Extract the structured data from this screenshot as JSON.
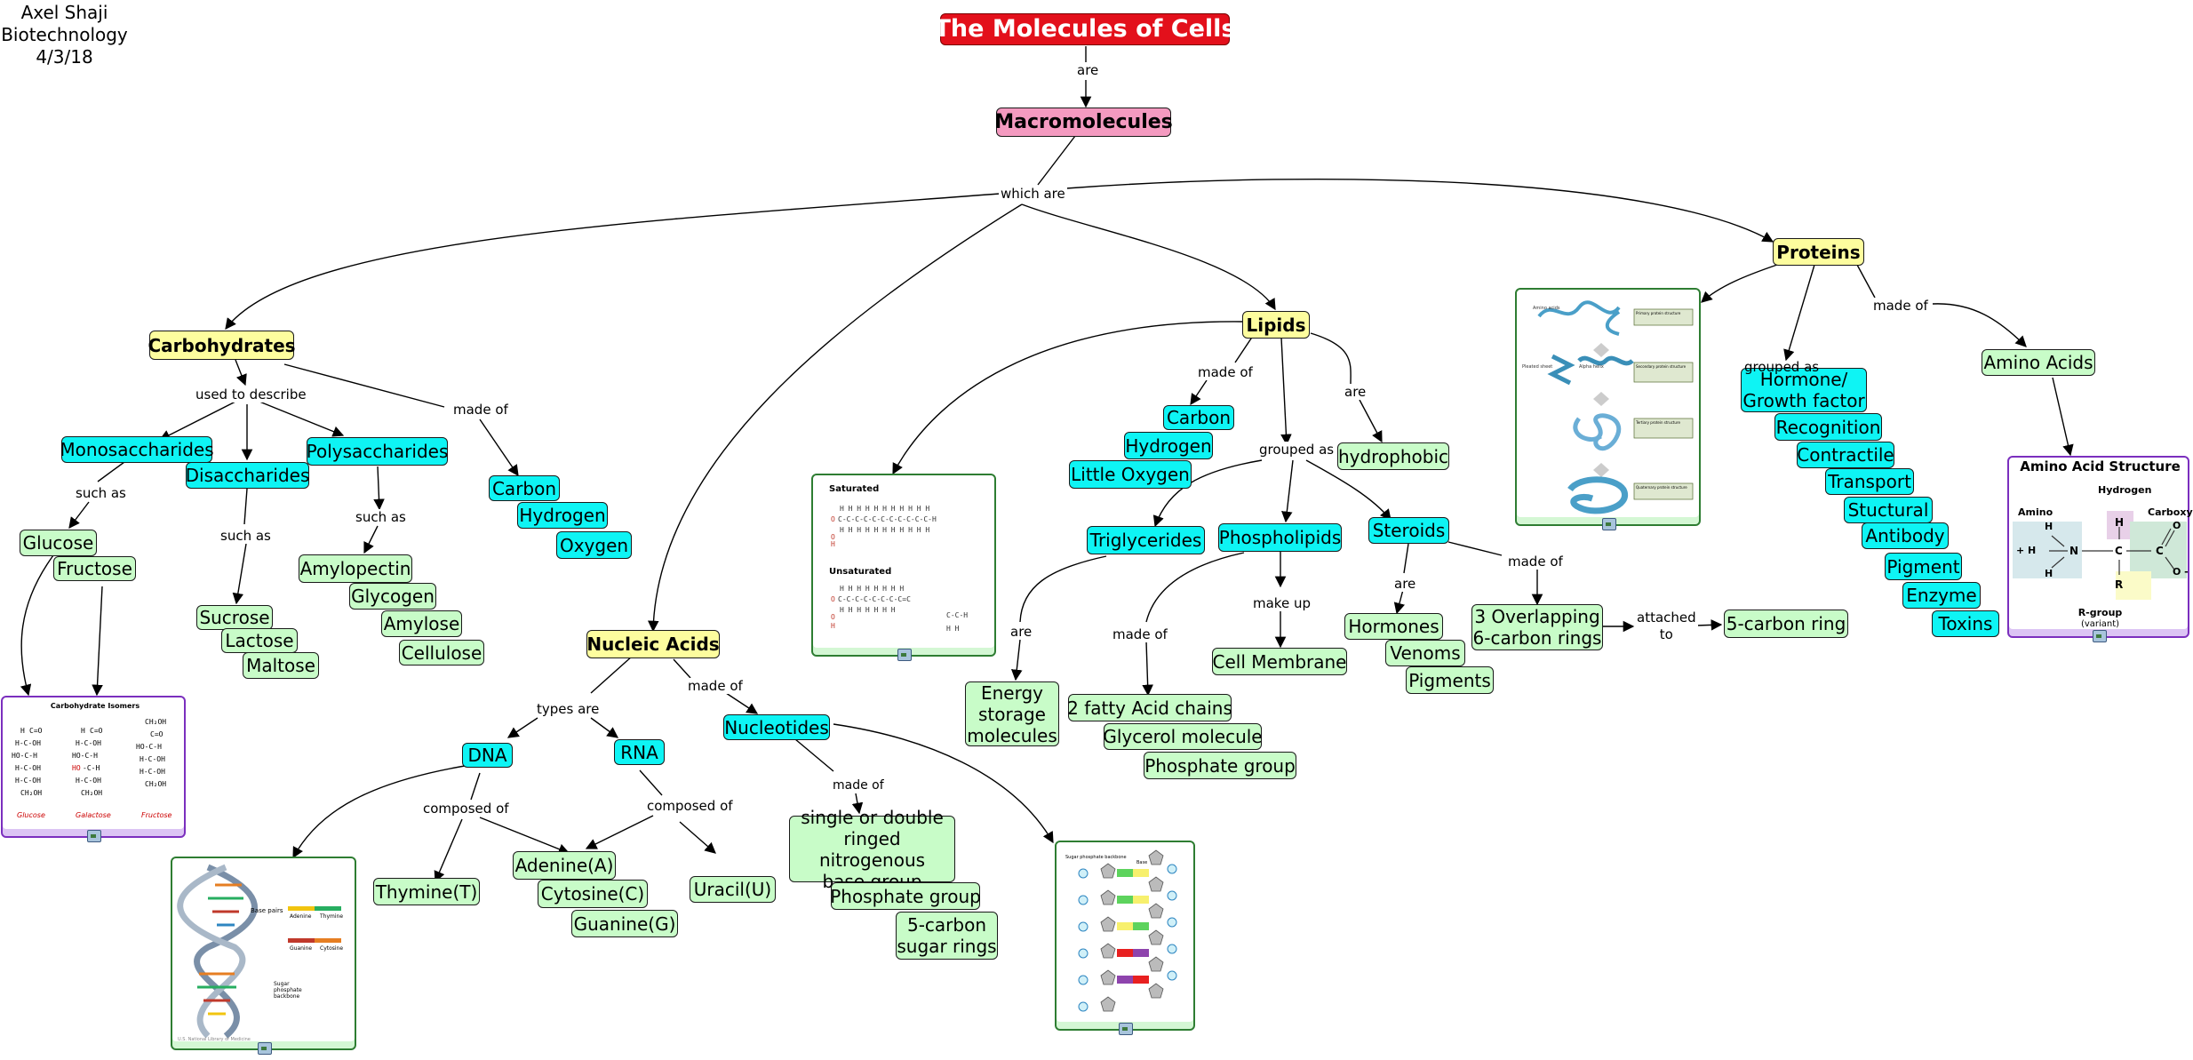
{
  "author": {
    "name": "Axel Shaji",
    "subject": "Biotechnology",
    "date": "4/3/18"
  },
  "colors": {
    "title": "#e3101b",
    "macro": "#f49ac0",
    "category": "#fdfd9e",
    "concept": "#0ef4f4",
    "example": "#c8fcc8"
  },
  "nodes": {
    "title": "The Molecules of Cells",
    "macromolecules": "Macromolecules",
    "carbohydrates": "Carbohydrates",
    "lipids": "Lipids",
    "proteins": "Proteins",
    "nucleic_acids": "Nucleic Acids",
    "monosaccharides": "Monosaccharides",
    "disaccharides": "Disaccharides",
    "polysaccharides": "Polysaccharides",
    "glucose": "Glucose",
    "fructose": "Fructose",
    "sucrose": "Sucrose",
    "lactose": "Lactose",
    "maltose": "Maltose",
    "amylopectin": "Amylopectin",
    "glycogen": "Glycogen",
    "amylose": "Amylose",
    "cellulose": "Cellulose",
    "carb_carbon": "Carbon",
    "carb_hydrogen": "Hydrogen",
    "carb_oxygen": "Oxygen",
    "dna": "DNA",
    "rna": "RNA",
    "nucleotides": "Nucleotides",
    "thymine": "Thymine(T)",
    "adenine": "Adenine(A)",
    "cytosine": "Cytosine(C)",
    "guanine": "Guanine(G)",
    "uracil": "Uracil(U)",
    "nitrogenous_base": "single or double\nringed nitrogenous\nbase group",
    "nuc_phosphate": "Phosphate group",
    "sugar_rings": "5-carbon\nsugar rings",
    "lip_carbon": "Carbon",
    "lip_hydrogen": "Hydrogen",
    "little_oxygen": "Little Oxygen",
    "hydrophobic": "hydrophobic",
    "triglycerides": "Triglycerides",
    "phospholipids": "Phospholipids",
    "steroids": "Steroids",
    "energy_storage": "Energy\nstorage\nmolecules",
    "fatty_acids": "2 fatty Acid chains",
    "glycerol": "Glycerol molecule",
    "lip_phosphate": "Phosphate group",
    "cell_membrane": "Cell Membrane",
    "hormones": "Hormones",
    "venoms": "Venoms",
    "pigments": "Pigments",
    "overlapping_rings": "3 Overlapping\n6-carbon rings",
    "five_carbon_ring": "5-carbon ring",
    "hormone_growth": "Hormone/\nGrowth factor",
    "recognition": "Recognition",
    "contractile": "Contractile",
    "transport": "Transport",
    "stuctural": "Stuctural",
    "antibody": "Antibody",
    "pigment": "Pigment",
    "enzyme": "Enzyme",
    "toxins": "Toxins",
    "amino_acids": "Amino Acids"
  },
  "links": {
    "are_top": "are",
    "which_are": "which are",
    "used_to_describe": "used to describe",
    "carb_made_of": "made of",
    "mono_such_as": "such as",
    "di_such_as": "such as",
    "poly_such_as": "such as",
    "types_are": "types are",
    "nuc_made_of": "made of",
    "dna_composed_of": "composed of",
    "rna_composed_of": "composed of",
    "nucleotides_made_of": "made of",
    "lip_made_of": "made of",
    "lip_are": "are",
    "grouped_as": "grouped as",
    "trig_are": "are",
    "phos_made_of": "made of",
    "make_up": "make up",
    "ster_are": "are",
    "ster_made_of": "made of",
    "attached_to": "attached\nto",
    "prot_grouped_as": "grouped as",
    "prot_made_of": "made of"
  },
  "images": {
    "carb_isomers": {
      "title": "Carbohydrate Isomers",
      "labels": [
        "Glucose",
        "Galactose",
        "Fructose"
      ]
    },
    "lipid_chains": {
      "saturated": "Saturated",
      "unsaturated": "Unsaturated"
    },
    "dna_helix": {
      "labels": [
        "Base pairs",
        "Adenine",
        "Thymine",
        "Guanine",
        "Cytosine",
        "Sugar phosphate backbone"
      ],
      "credit": "U.S. National Library of Medicine"
    },
    "nucleotide_chain": {
      "label": "Sugar phosphate backbone",
      "sub": "Base"
    },
    "protein_structure": {
      "labels": [
        "Primary protein structure",
        "Secondary protein structure",
        "Tertiary protein structure",
        "Quaternary protein structure"
      ]
    },
    "amino_acid": {
      "title": "Amino Acid Structure",
      "hydrogen": "Hydrogen",
      "amino": "Amino",
      "carboxyl": "Carboxyl",
      "rgroup": "R-group",
      "variant": "(variant)",
      "h": "H",
      "n": "N",
      "c": "C",
      "r": "R",
      "o": "O",
      "plus_h": "+ H",
      "o_minus": "O -"
    }
  }
}
